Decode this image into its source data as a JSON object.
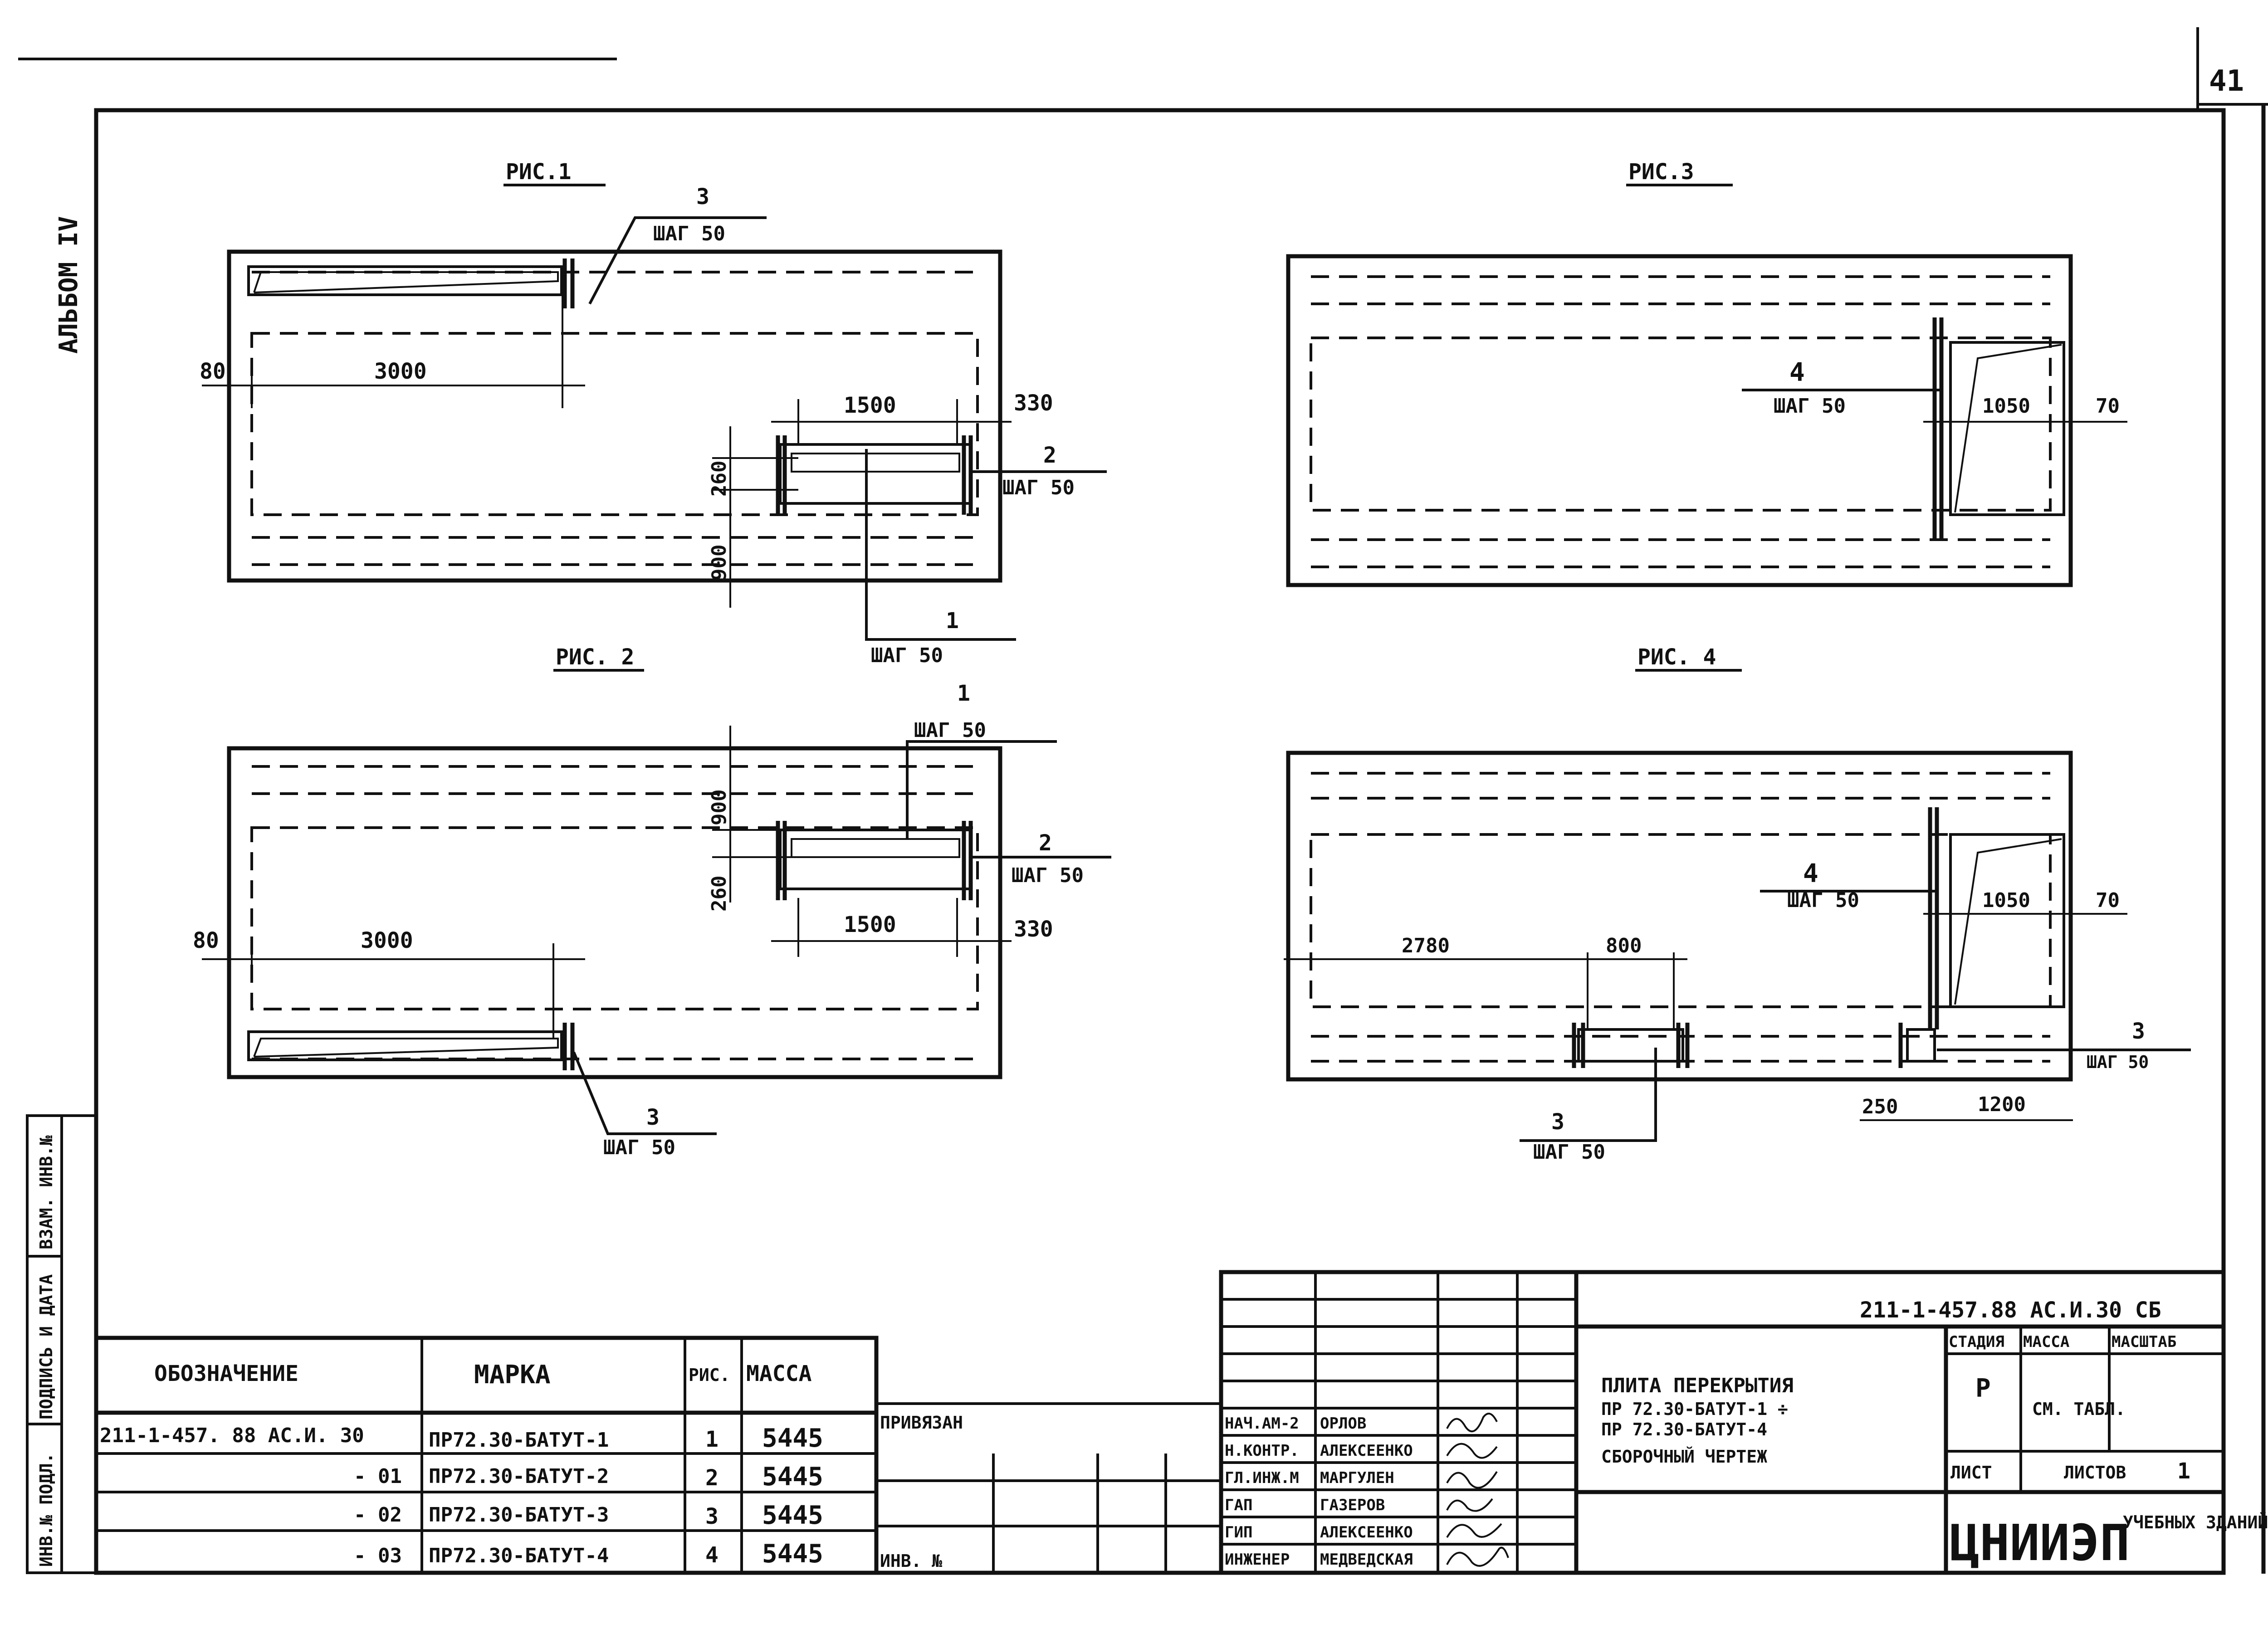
{
  "sheet_number": "41",
  "album_label": "АЛЬБОМ IV",
  "figures": {
    "fig1": {
      "title": "РИС.1",
      "dims": {
        "left_offset": "80",
        "length": "3000",
        "opening_width": "1500",
        "right_offset": "330",
        "height_top": "260",
        "height_bottom": "900"
      },
      "callouts": [
        {
          "num": "3",
          "step": "ШАГ 50"
        },
        {
          "num": "2",
          "step": "ШАГ 50"
        },
        {
          "num": "1",
          "step": "ШАГ 50"
        }
      ]
    },
    "fig2": {
      "title": "РИС. 2",
      "dims": {
        "left_offset": "80",
        "length": "3000",
        "opening_width": "1500",
        "right_offset": "330",
        "height_top": "900",
        "height_bottom": "260"
      },
      "callouts": [
        {
          "num": "1",
          "step": "ШАГ 50"
        },
        {
          "num": "2",
          "step": "ШАГ 50"
        },
        {
          "num": "3",
          "step": "ШАГ 50"
        }
      ]
    },
    "fig3": {
      "title": "РИС.3",
      "dims": {
        "width": "1050",
        "offset": "70"
      },
      "callouts": [
        {
          "num": "4",
          "step": "ШАГ 50"
        }
      ]
    },
    "fig4": {
      "title": "РИС. 4",
      "dims": {
        "left": "2780",
        "gap": "800",
        "width": "1050",
        "offset": "70",
        "small": "250",
        "right": "1200"
      },
      "callouts": [
        {
          "num": "4",
          "step": "ШАГ 50"
        },
        {
          "num": "3",
          "step": "ШАГ 50"
        },
        {
          "num": "3",
          "step": "ШАГ 50"
        }
      ]
    }
  },
  "spec_table": {
    "headers": [
      "ОБОЗНАЧЕНИЕ",
      "МАРКА",
      "РИС.",
      "МАССА"
    ],
    "rows": [
      {
        "designation": "211-1-457. 88   АС.И. 30",
        "mark": "ПР72.30-БАТУТ-1",
        "fig": "1",
        "mass": "5445"
      },
      {
        "designation": "- 01",
        "mark": "ПР72.30-БАТУТ-2",
        "fig": "2",
        "mass": "5445"
      },
      {
        "designation": "- 02",
        "mark": "ПР72.30-БАТУТ-3",
        "fig": "3",
        "mass": "5445"
      },
      {
        "designation": "- 03",
        "mark": "ПР72.30-БАТУТ-4",
        "fig": "4",
        "mass": "5445"
      }
    ],
    "tied_label": "ПРИВЯЗАН",
    "inv_label": "ИНВ. №"
  },
  "side_stamp": [
    "ИНВ.№ ПОДЛ.",
    "ПОДПИСЬ И ДАТА",
    "ВЗАМ. ИНВ.№"
  ],
  "title_block": {
    "document_code": "211-1-457.88  АС.И.30 СБ",
    "title_lines": [
      "ПЛИТА ПЕРЕКРЫТИЯ",
      "ПР 72.30-БАТУТ-1 ÷",
      "ПР 72.30-БАТУТ-4",
      "СБОРОЧНЫЙ ЧЕРТЕЖ"
    ],
    "signatures": [
      {
        "role": "НАЧ.АМ-2",
        "name": "ОРЛОВ"
      },
      {
        "role": "Н.КОНТР.",
        "name": "АЛЕКСЕЕНКО"
      },
      {
        "role": "ГЛ.ИНЖ.М",
        "name": "МАРГУЛЕН"
      },
      {
        "role": "ГАП",
        "name": "ГАЗЕРОВ"
      },
      {
        "role": "ГИП",
        "name": "АЛЕКСЕЕНКО"
      },
      {
        "role": "ИНЖЕНЕР",
        "name": "МЕДВЕДСКАЯ"
      }
    ],
    "stage_header": "СТАДИЯ",
    "mass_header": "МАССА",
    "scale_header": "МАСШТАБ",
    "stage_value": "Р",
    "mass_value": "СМ. ТАБЛ.",
    "sheet_label": "ЛИСТ",
    "sheets_label": "ЛИСТОВ",
    "sheets_value": "1",
    "org_logo": "ЦНИИЭП",
    "org_name": "УЧЕБНЫХ ЗДАНИЙ"
  },
  "colors": {
    "ink": "#111111",
    "paper": "#ffffff"
  }
}
